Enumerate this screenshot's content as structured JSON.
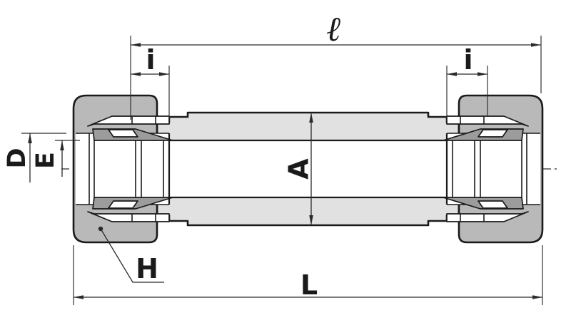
{
  "drawing": {
    "title": "tube-union-fitting-cross-section",
    "labels": {
      "inner_length": "ℓ",
      "insertion_left": "i",
      "insertion_right": "i",
      "tube_hole_diameter": "D",
      "bore_diameter": "E",
      "body_diameter": "A",
      "nut_hex": "H",
      "overall_length": "L"
    },
    "colors": {
      "background": "#ffffff",
      "outline": "#1a1a1a",
      "dim_line": "#2a2a2a",
      "nut_fill": "#b9b9b9",
      "body_fill": "#e1e1e1",
      "ferrule_fill": "#9c9c9c"
    }
  }
}
